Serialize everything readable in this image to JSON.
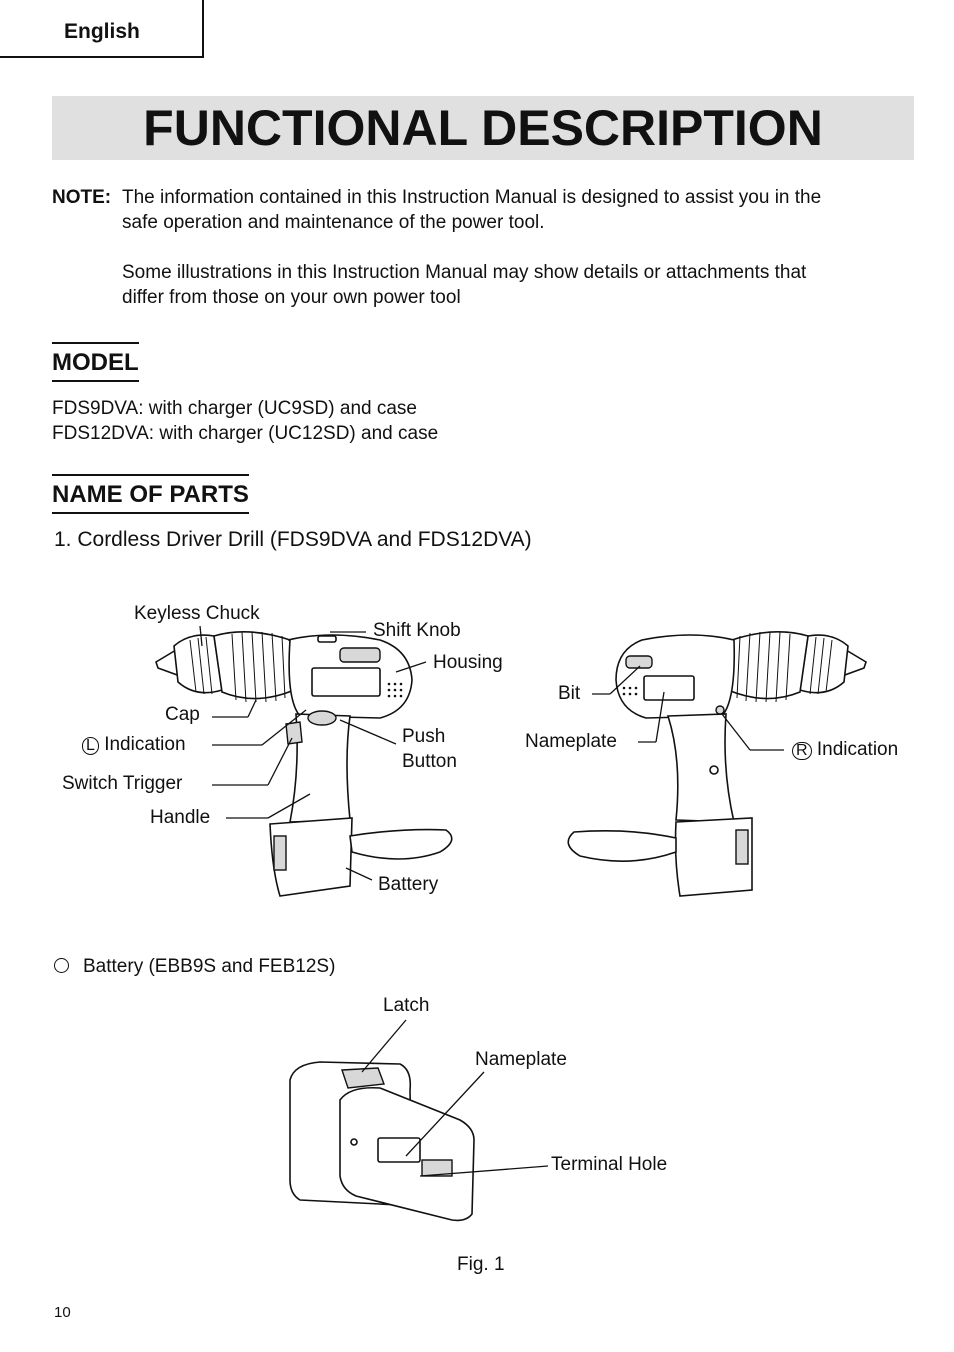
{
  "header": {
    "language": "English"
  },
  "title": "FUNCTIONAL DESCRIPTION",
  "note": {
    "label": "NOTE:",
    "line1": "The information contained in this Instruction Manual is designed to assist you in the",
    "line2": "safe operation and maintenance of the power tool.",
    "line3": "Some illustrations in this Instruction Manual may show details or attachments that",
    "line4": "differ from those on your own power tool"
  },
  "model": {
    "heading": "MODEL",
    "items": [
      "FDS9DVA:  with charger (UC9SD) and case",
      "FDS12DVA:  with charger (UC12SD) and case"
    ]
  },
  "parts": {
    "heading": "NAME OF PARTS",
    "item1": "1.  Cordless Driver Drill (FDS9DVA and FDS12DVA)",
    "battery_heading": "Battery (EBB9S and FEB12S)",
    "drill_labels": {
      "keyless_chuck": "Keyless Chuck",
      "shift_knob": "Shift Knob",
      "housing": "Housing",
      "cap": "Cap",
      "l_symbol": "L",
      "l_indication": "Indication",
      "switch_trigger": "Switch Trigger",
      "handle": "Handle",
      "push": "Push",
      "button": "Button",
      "battery": "Battery",
      "bit": "Bit",
      "nameplate": "Nameplate",
      "r_symbol": "R",
      "r_indication": "Indication"
    },
    "battery_labels": {
      "latch": "Latch",
      "nameplate": "Nameplate",
      "terminal_hole": "Terminal Hole"
    }
  },
  "figure_caption": "Fig. 1",
  "page_number": "10"
}
